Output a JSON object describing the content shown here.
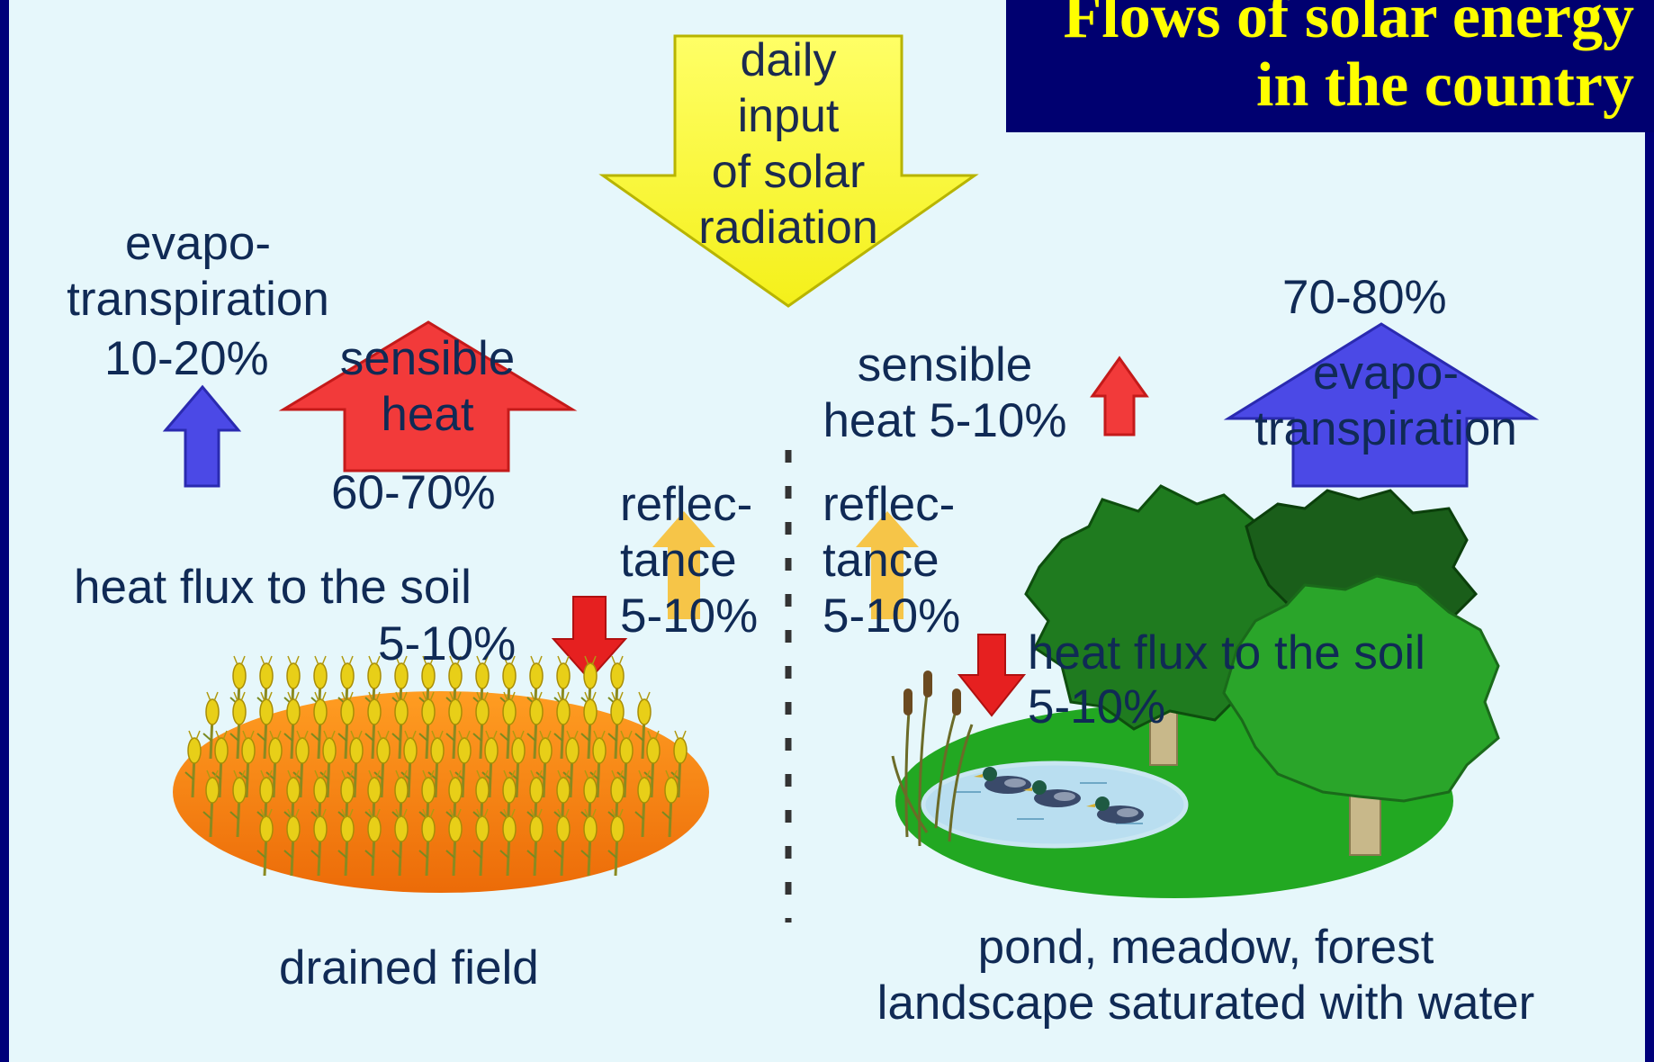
{
  "title": {
    "line1": "Flows of solar energy",
    "line2": "in the country"
  },
  "solar_input": {
    "label_lines": [
      "daily",
      "input",
      "of solar",
      "radiation"
    ]
  },
  "drained_field": {
    "caption": "drained field",
    "evapotranspiration": {
      "line1": "evapo-",
      "line2": "transpiration",
      "value": "10-20%"
    },
    "sensible_heat": {
      "line1": "sensible",
      "line2": "heat",
      "value": "60-70%"
    },
    "reflectance": {
      "line1": "reflec-",
      "line2": "tance",
      "value": "5-10%"
    },
    "soil_heat_flux": {
      "label": "heat flux to the soil",
      "value": "5-10%"
    }
  },
  "wet_landscape": {
    "caption_line1": "pond, meadow, forest",
    "caption_line2": "landscape saturated with water",
    "evapotranspiration": {
      "value": "70-80%",
      "line1": "evapo-",
      "line2": "transpiration"
    },
    "sensible_heat": {
      "line1": "sensible",
      "line2": "heat 5-10%"
    },
    "reflectance": {
      "line1": "reflec-",
      "line2": "tance",
      "value": "5-10%"
    },
    "soil_heat_flux": {
      "label": "heat flux to the soil",
      "value": "5-10%"
    }
  },
  "colors": {
    "background": "#e6f7fb",
    "frame": "#00007a",
    "title_text": "#ffff00",
    "label_text": "#102a55",
    "solar_arrow": "#ffff55",
    "sensible_arrow": "#f23a3a",
    "evapo_arrow": "#4a4ae8",
    "reflectance_arrow": "#f6c548",
    "soil_arrow": "#e62020",
    "field_soil": "#f57d12",
    "meadow": "#22a822",
    "tree_dark": "#1e6e1e",
    "pond": "#b9def0"
  }
}
